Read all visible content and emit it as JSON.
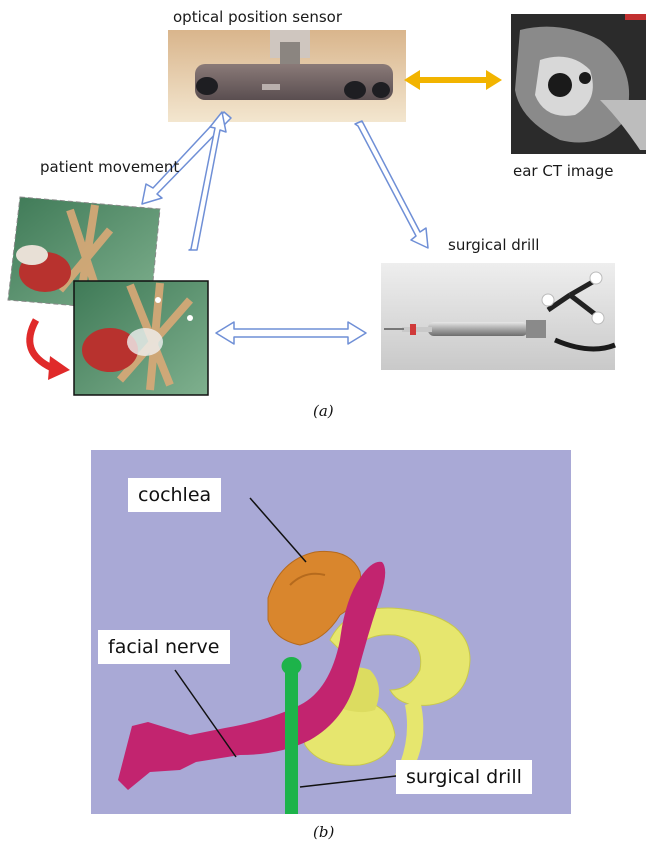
{
  "panel_a": {
    "caption": "(a)",
    "labels": {
      "optical_sensor": "optical position sensor",
      "ear_ct": "ear CT image",
      "patient_movement": "patient movement",
      "surgical_drill": "surgical drill"
    }
  },
  "panel_b": {
    "caption": "(b)",
    "labels": {
      "cochlea": "cochlea",
      "facial_nerve": "facial nerve",
      "surgical_drill": "surgical drill"
    }
  },
  "colors": {
    "hollow_arrow": "#6f8fd6",
    "ct_link": "#f2b400",
    "movement_arrow": "#e02a2a",
    "panel_b_bg": "#a9a9d6",
    "cochlea": "#d9862d",
    "facial_nerve": "#c2246f",
    "canals": "#e6e66e",
    "drill": "#1db34a"
  }
}
